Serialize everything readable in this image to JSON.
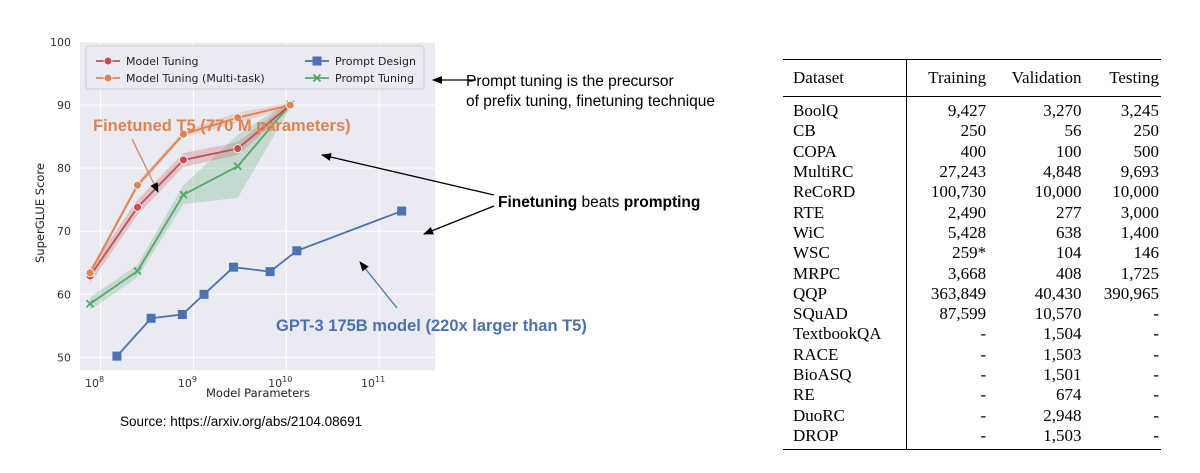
{
  "chart_data": {
    "type": "line",
    "xlabel": "Model Parameters",
    "ylabel": "SuperGLUE Score",
    "xscale": "log",
    "xlim": [
      60000000,
      400000000000
    ],
    "ylim": [
      48,
      100
    ],
    "yticks": [
      50,
      60,
      70,
      80,
      90,
      100
    ],
    "xticks": [
      {
        "value": 100000000,
        "base": "10",
        "exp": "8"
      },
      {
        "value": 1000000000,
        "base": "10",
        "exp": "9"
      },
      {
        "value": 10000000000,
        "base": "10",
        "exp": "10"
      },
      {
        "value": 100000000000,
        "base": "10",
        "exp": "11"
      }
    ],
    "grid": true,
    "legend_position": "top",
    "series": [
      {
        "name": "Model Tuning",
        "color": "#c44e52",
        "marker": "circle",
        "x": [
          77000000,
          250000000,
          780000000,
          3000000000,
          11000000000
        ],
        "y": [
          62.9,
          73.8,
          81.3,
          83.1,
          90.0
        ],
        "band": [
          1.2,
          1.2,
          1.1,
          1.0,
          0.6
        ]
      },
      {
        "name": "Model Tuning (Multi-task)",
        "color": "#dd8452",
        "marker": "circle",
        "x": [
          77000000,
          250000000,
          780000000,
          3000000000,
          11000000000
        ],
        "y": [
          63.4,
          77.3,
          85.4,
          88.0,
          90.0
        ],
        "band": [
          0.5,
          0.5,
          0.5,
          0.8,
          0.4
        ]
      },
      {
        "name": "Prompt Design",
        "color": "#4c72b0",
        "marker": "square",
        "x": [
          150000000,
          350000000,
          760000000,
          1300000000,
          2700000000,
          6700000000,
          13000000000,
          175000000000
        ],
        "y": [
          50.2,
          56.2,
          56.8,
          60.0,
          64.3,
          63.6,
          66.9,
          73.2
        ],
        "band": null
      },
      {
        "name": "Prompt Tuning",
        "color": "#55a868",
        "marker": "x",
        "x": [
          77000000,
          250000000,
          780000000,
          3000000000,
          11000000000
        ],
        "y": [
          58.5,
          63.7,
          75.8,
          80.3,
          90.1
        ],
        "band": [
          1.0,
          1.0,
          1.5,
          5.0,
          0.6
        ]
      }
    ],
    "annotations": [
      {
        "text": "Finetuned T5  (770 M parameters)",
        "color": "#dd8452"
      },
      {
        "text": "GPT-3 175B model (220x larger than T5)",
        "color": "#4c72b0"
      }
    ]
  },
  "annotations": {
    "legend_note_line1": "Prompt tuning is the precursor",
    "legend_note_line2": "of prefix tuning, finetuning technique",
    "finetuning_bold1": "Finetuning",
    "finetuning_mid": " beats ",
    "finetuning_bold2": "prompting",
    "source": "Source: https://arxiv.org/abs/2104.08691"
  },
  "table": {
    "headers": [
      "Dataset",
      "Training",
      "Validation",
      "Testing"
    ],
    "rows": [
      [
        "BoolQ",
        "9,427",
        "3,270",
        "3,245"
      ],
      [
        "CB",
        "250",
        "56",
        "250"
      ],
      [
        "COPA",
        "400",
        "100",
        "500"
      ],
      [
        "MultiRC",
        "27,243",
        "4,848",
        "9,693"
      ],
      [
        "ReCoRD",
        "100,730",
        "10,000",
        "10,000"
      ],
      [
        "RTE",
        "2,490",
        "277",
        "3,000"
      ],
      [
        "WiC",
        "5,428",
        "638",
        "1,400"
      ],
      [
        "WSC",
        "259*",
        "104",
        "146"
      ],
      [
        "MRPC",
        "3,668",
        "408",
        "1,725"
      ],
      [
        "QQP",
        "363,849",
        "40,430",
        "390,965"
      ],
      [
        "SQuAD",
        "87,599",
        "10,570",
        "-"
      ],
      [
        "TextbookQA",
        "-",
        "1,504",
        "-"
      ],
      [
        "RACE",
        "-",
        "1,503",
        "-"
      ],
      [
        "BioASQ",
        "-",
        "1,501",
        "-"
      ],
      [
        "RE",
        "-",
        "674",
        "-"
      ],
      [
        "DuoRC",
        "-",
        "2,948",
        "-"
      ],
      [
        "DROP",
        "-",
        "1,503",
        "-"
      ]
    ]
  }
}
